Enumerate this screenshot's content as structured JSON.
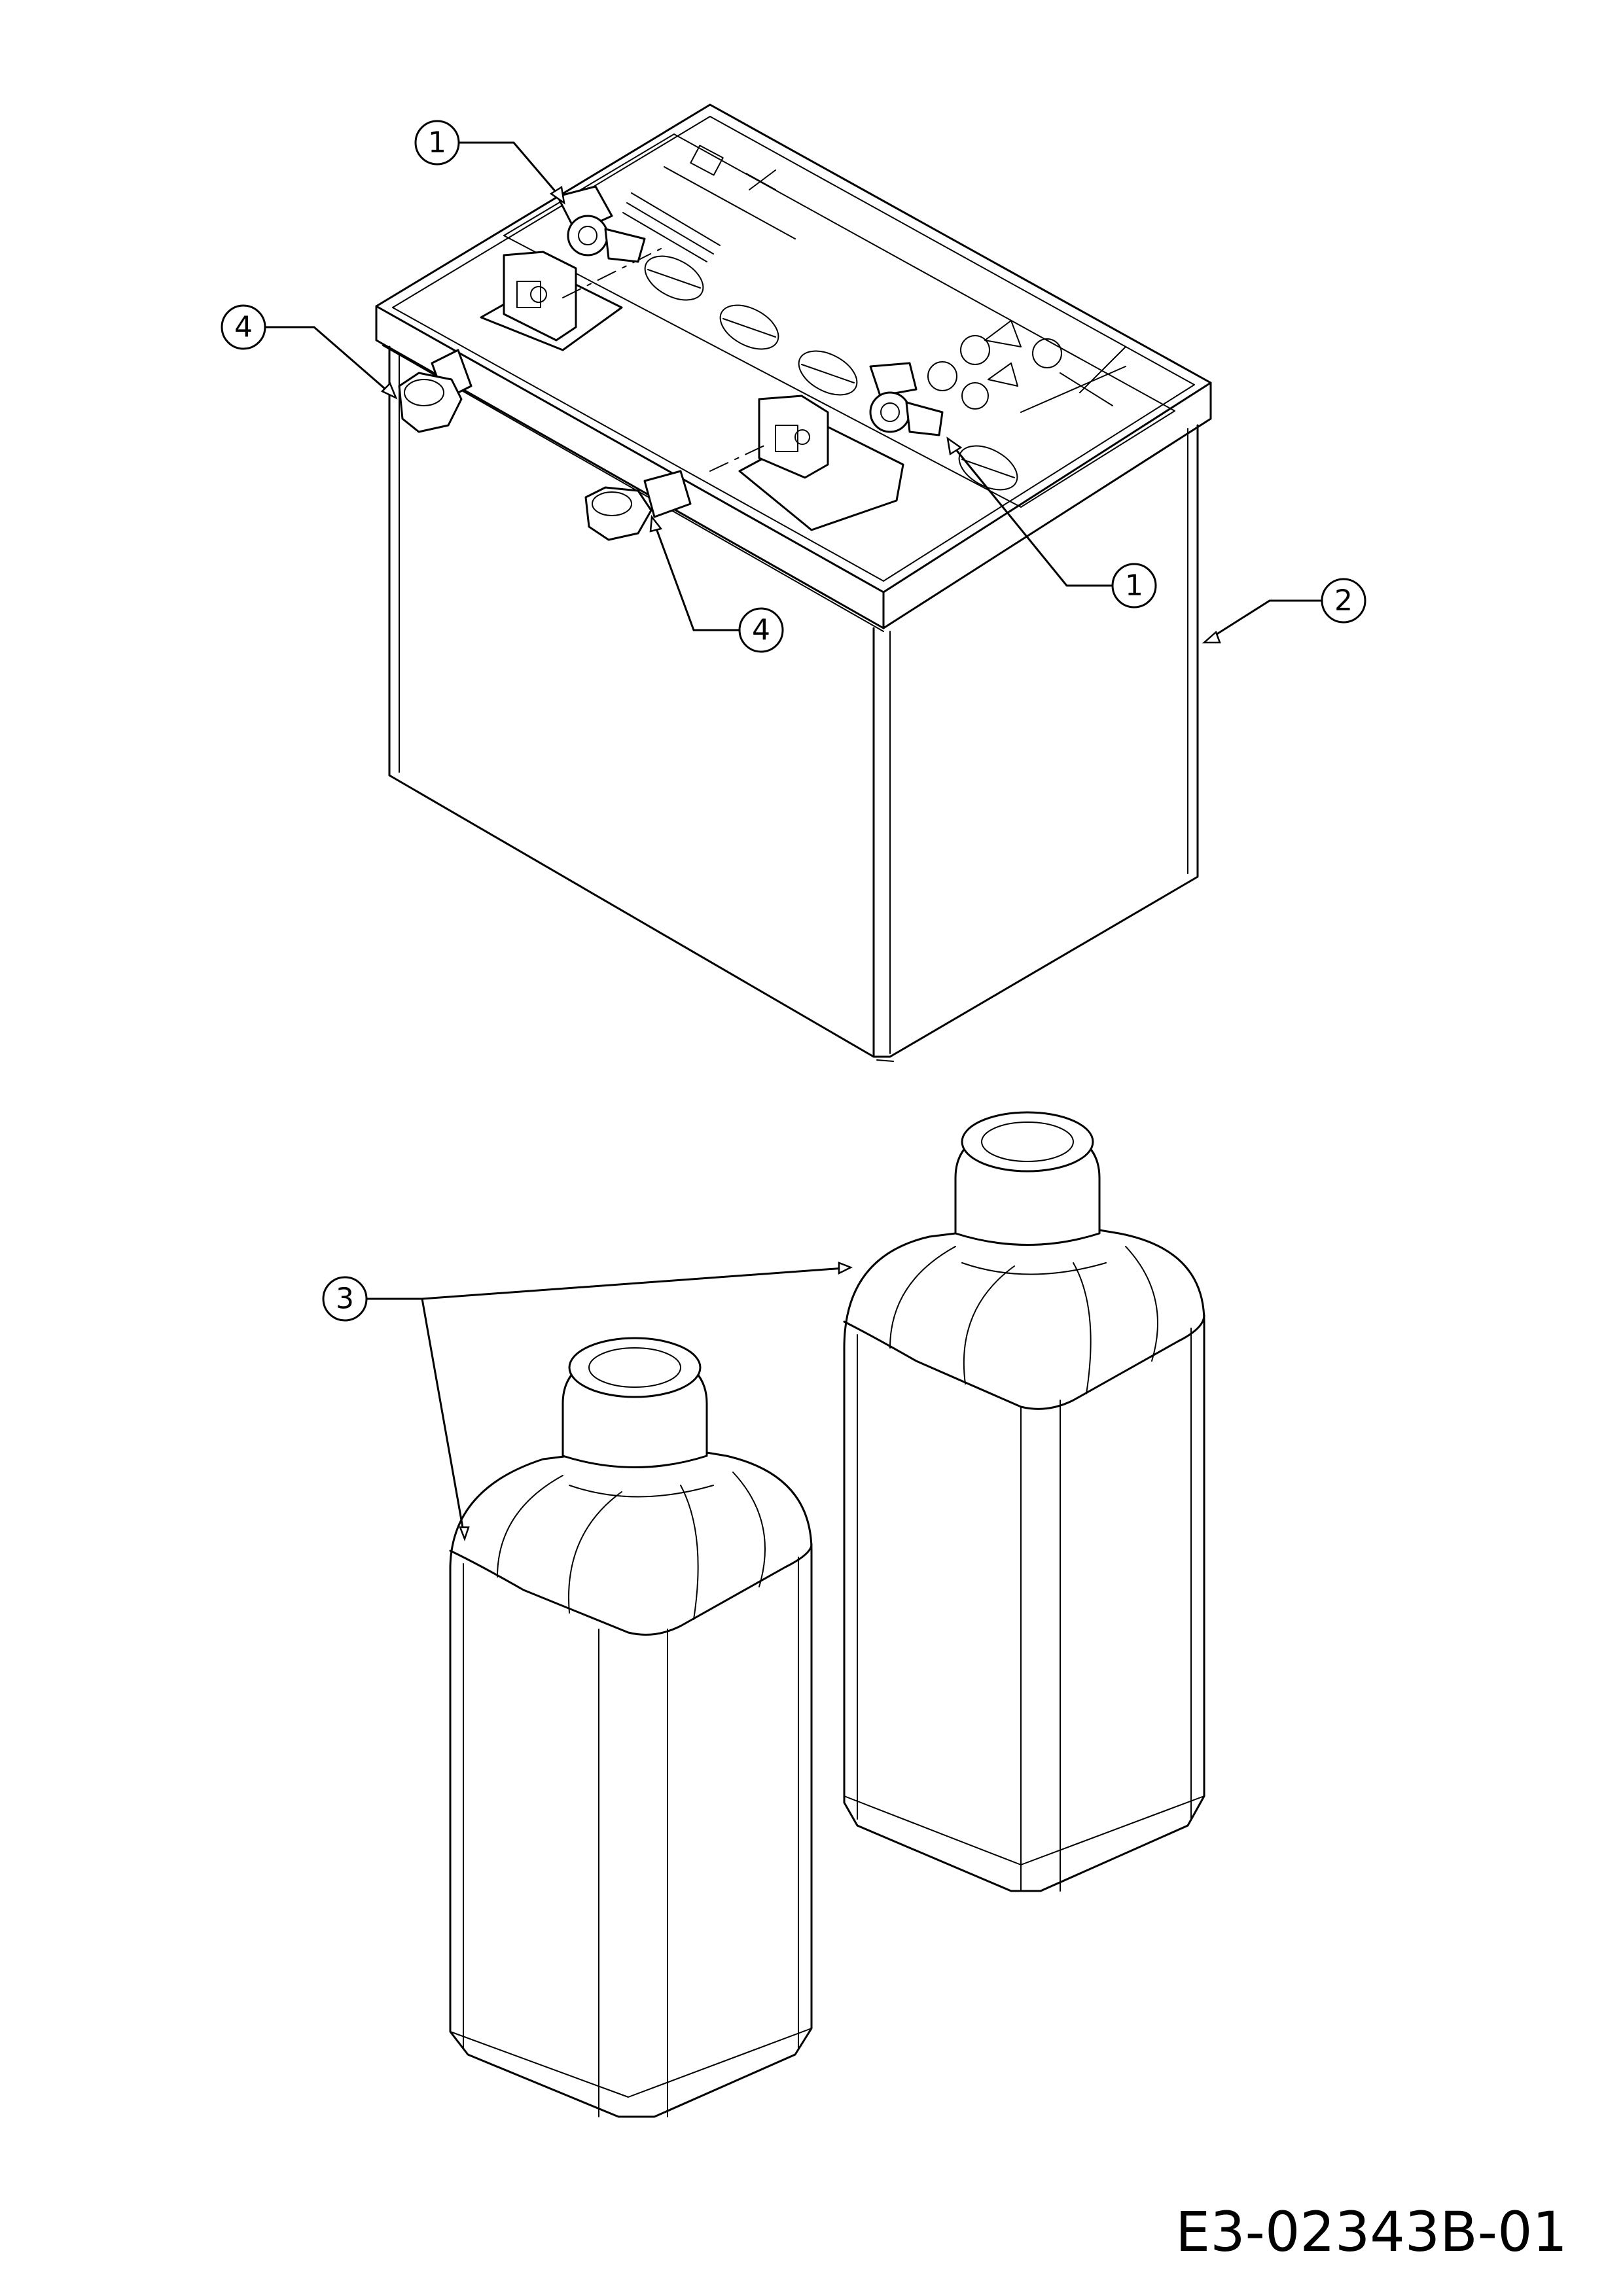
{
  "drawing_number": "E3-02343B-01",
  "callouts": {
    "terminal_cap_left": "1",
    "terminal_cap_right": "1",
    "battery": "2",
    "acid_bottles": "3",
    "bolt_left": "4",
    "bolt_right": "4"
  }
}
